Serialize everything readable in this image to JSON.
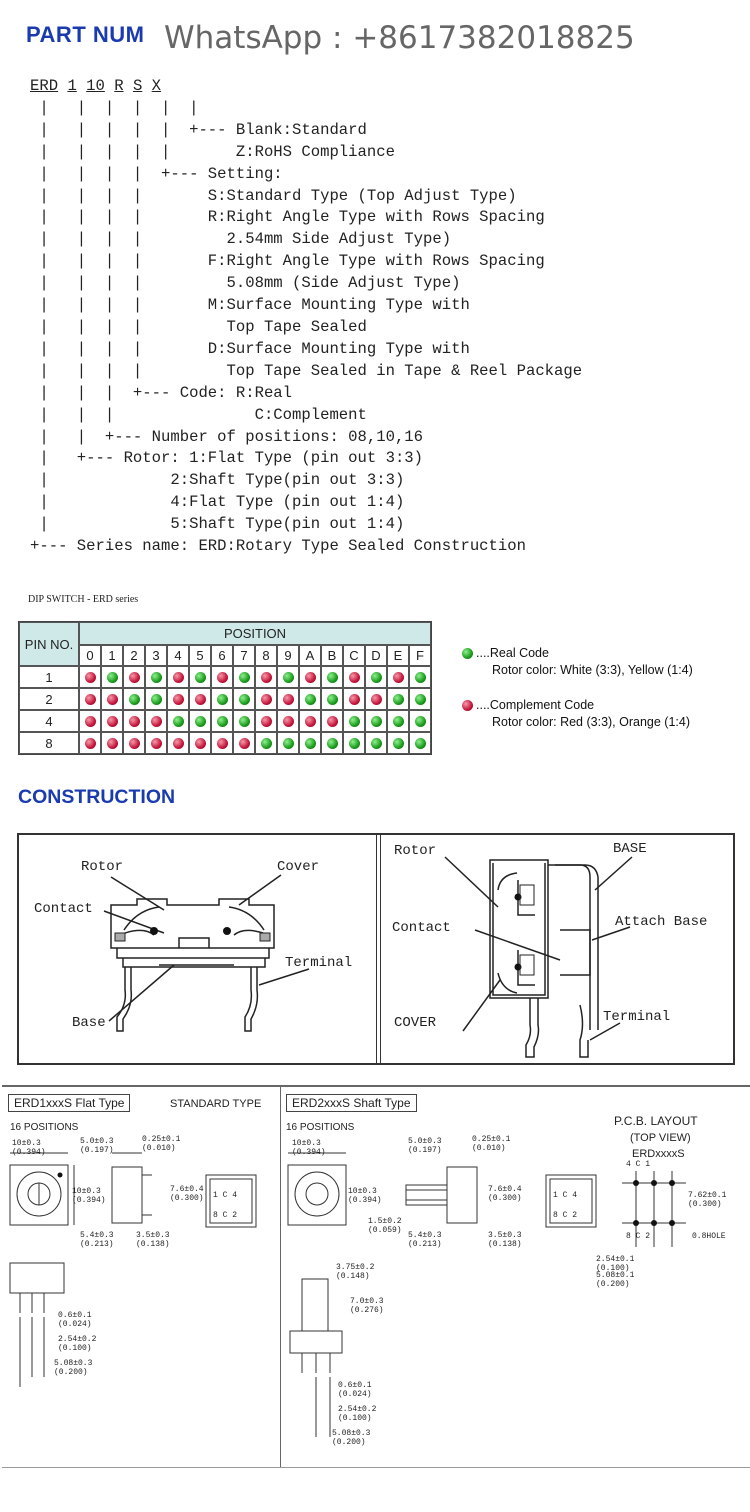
{
  "header": {
    "title": "PART NUM",
    "watermark": "WhatsApp : +8617382018825"
  },
  "part_code": {
    "parts": [
      "ERD",
      "1",
      "10",
      "R",
      "S",
      "X"
    ],
    "lines": [
      " |   |  |  |  |  |",
      " |   |  |  |  |  +--- Blank:Standard",
      " |   |  |  |  |       Z:RoHS Compliance",
      " |   |  |  |  +--- Setting:",
      " |   |  |  |       S:Standard Type (Top Adjust Type)",
      " |   |  |  |       R:Right Angle Type with Rows Spacing",
      " |   |  |  |         2.54mm Side Adjust Type)",
      " |   |  |  |       F:Right Angle Type with Rows Spacing",
      " |   |  |  |         5.08mm (Side Adjust Type)",
      " |   |  |  |       M:Surface Mounting Type with",
      " |   |  |  |         Top Tape Sealed",
      " |   |  |  |       D:Surface Mounting Type with",
      " |   |  |  |         Top Tape Sealed in Tape & Reel Package",
      " |   |  |  +--- Code: R:Real",
      " |   |  |               C:Complement",
      " |   |  +--- Number of positions: 08,10,16",
      " |   +--- Rotor: 1:Flat Type (pin out 3:3)",
      " |             2:Shaft Type(pin out 3:3)",
      " |             4:Flat Type (pin out 1:4)",
      " |             5:Shaft Type(pin out 1:4)",
      "+--- Series name: ERD:Rotary Type Sealed Construction"
    ]
  },
  "dip_table": {
    "caption": "DIP SWITCH - ERD series",
    "pin_header": "PIN NO.",
    "position_header": "POSITION",
    "columns": [
      "0",
      "1",
      "2",
      "3",
      "4",
      "5",
      "6",
      "7",
      "8",
      "9",
      "A",
      "B",
      "C",
      "D",
      "E",
      "F"
    ],
    "rows": [
      {
        "pin": "1",
        "cells": "RGRGRGRGRGRGRGRG"
      },
      {
        "pin": "2",
        "cells": "RRGGRRGGRRGGRRGG"
      },
      {
        "pin": "4",
        "cells": "RRRRGGGGRRRRGGGG"
      },
      {
        "pin": "8",
        "cells": "RRRRRRRRGGGGGGGG"
      }
    ],
    "colors": {
      "real": "#1a9b1a",
      "complement": "#c4143a"
    }
  },
  "legend": {
    "real_title": "....Real Code",
    "real_desc": "Rotor color: White (3:3), Yellow (1:4)",
    "comp_title": "....Complement Code",
    "comp_desc": "Rotor color: Red (3:3), Orange (1:4)"
  },
  "construction": {
    "title": "CONSTRUCTION",
    "left_labels": {
      "rotor": "Rotor",
      "cover": "Cover",
      "contact": "Contact",
      "terminal": "Terminal",
      "base": "Base"
    },
    "right_labels": {
      "rotor": "Rotor",
      "base": "BASE",
      "contact": "Contact",
      "attach_base": "Attach Base",
      "cover": "COVER",
      "terminal": "Terminal"
    }
  },
  "dimensions": {
    "left_title": "ERD1xxxS Flat Type",
    "left_type": "STANDARD TYPE",
    "right_title": "ERD2xxxS Shaft Type",
    "positions": "16 POSITIONS",
    "pcb": {
      "line1": "P.C.B. LAYOUT",
      "line2": "(TOP VIEW)",
      "line3": "ERDxxxxS",
      "pin_top": "4  C  1",
      "pin_bottom": "8  C  2",
      "hole": "0.8HOLE"
    },
    "dims_left": [
      {
        "v": "10±0.3",
        "i": "(0.394)"
      },
      {
        "v": "5.0±0.3",
        "i": "(0.197)"
      },
      {
        "v": "0.25±0.1",
        "i": "(0.010)"
      },
      {
        "v": "10±0.3",
        "i": "(0.394)"
      },
      {
        "v": "7.6±0.4",
        "i": "(0.300)"
      },
      {
        "v": "5.4±0.3",
        "i": "(0.213)"
      },
      {
        "v": "3.5±0.3",
        "i": "(0.138)"
      },
      {
        "v": "0.6±0.1",
        "i": "(0.024)"
      },
      {
        "v": "2.54±0.2",
        "i": "(0.100)"
      },
      {
        "v": "5.08±0.3",
        "i": "(0.200)"
      }
    ],
    "dims_right": [
      {
        "v": "10±0.3",
        "i": "(0.394)"
      },
      {
        "v": "5.0±0.3",
        "i": "(0.197)"
      },
      {
        "v": "0.25±0.1",
        "i": "(0.010)"
      },
      {
        "v": "10±0.3",
        "i": "(0.394)"
      },
      {
        "v": "7.6±0.4",
        "i": "(0.300)"
      },
      {
        "v": "1.5±0.2",
        "i": "(0.059)"
      },
      {
        "v": "5.4±0.3",
        "i": "(0.213)"
      },
      {
        "v": "3.5±0.3",
        "i": "(0.138)"
      },
      {
        "v": "3.75±0.2",
        "i": "(0.148)"
      },
      {
        "v": "7.0±0.3",
        "i": "(0.276)"
      },
      {
        "v": "0.6±0.1",
        "i": "(0.024)"
      },
      {
        "v": "2.54±0.2",
        "i": "(0.100)"
      },
      {
        "v": "5.08±0.3",
        "i": "(0.200)"
      }
    ],
    "pcb_dims": [
      {
        "v": "7.62±0.1",
        "i": "(0.300)"
      },
      {
        "v": "2.54±0.1",
        "i": "(0.100)"
      },
      {
        "v": "5.08±0.1",
        "i": "(0.200)"
      }
    ],
    "switch_face": {
      "top": "1 C 4",
      "bottom": "8 C 2"
    }
  }
}
